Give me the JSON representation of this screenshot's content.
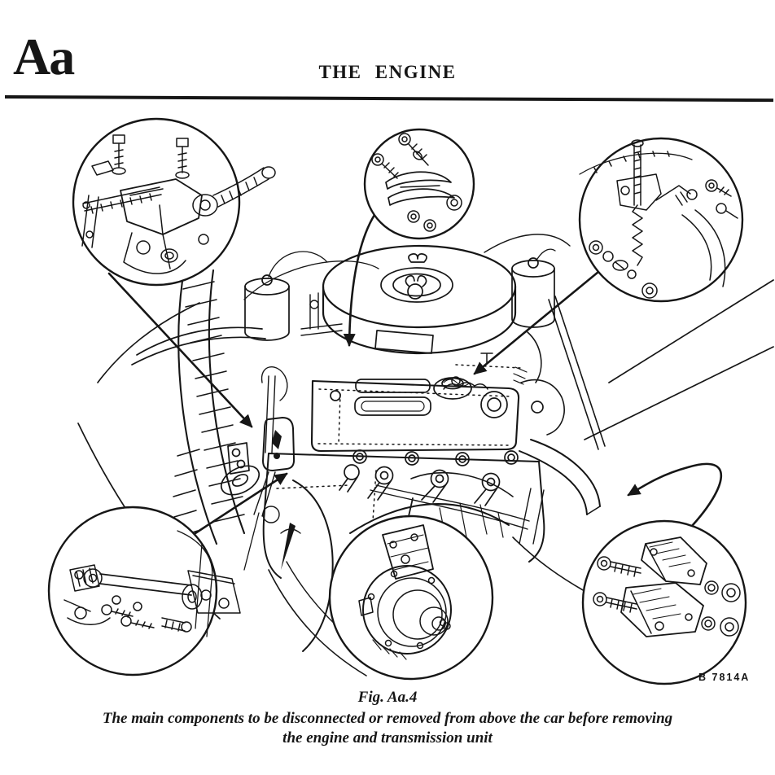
{
  "page": {
    "section_code": "Aa",
    "title": "THE ENGINE"
  },
  "figure": {
    "label": "Fig. Aa.4",
    "caption_line1": "The main components to be disconnected or removed from above the car before removing",
    "caption_line2": "the engine and transmission unit",
    "drawing_ref": "B 7814A"
  },
  "colors": {
    "ink": "#161616",
    "paper": "#ffffff"
  }
}
